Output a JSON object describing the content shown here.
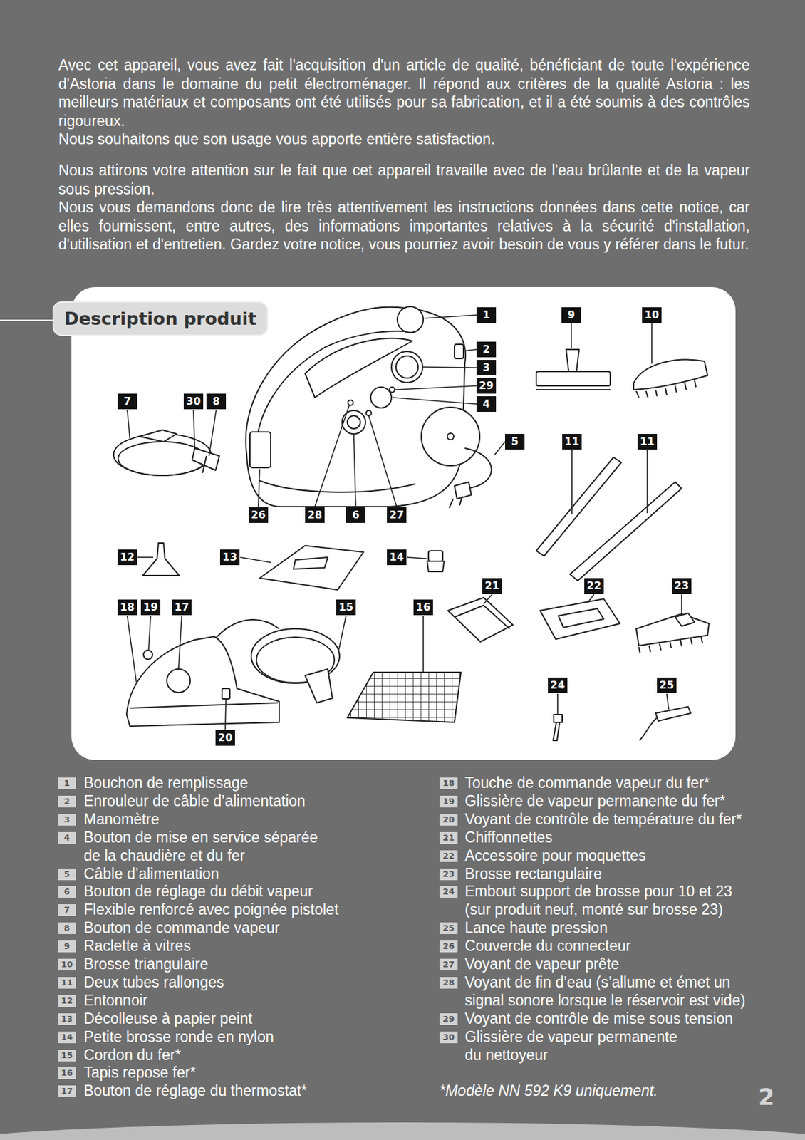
{
  "diagram": {
    "title": "Description produit",
    "labels": [
      "Avec cet appareil, vous avez fait l'acquisition d'un article de qualité, bénéficiant de toute l'expérience d'Astoria dans le domaine du petit électroménager. Il répond aux critères de la qualité Astoria : les meilleurs matériaux et composants ont été utilisés pour sa fabrication, et il a été soumis à des contrôles rigoureux.",
      "Nous souhaitons que son usage vous apporte entière satisfaction.",
      "Nous attirons votre attention sur le fait que cet appareil travaille avec de l'eau brûlante et de la vapeur sous pression.",
      "Nous vous demandons donc de lire très attentivement les instructions données dans cette notice, car elles fournissent, entre autres, des informations importantes relatives à la sécurité d'installation, d'utilisation et d'entretien. Gardez votre notice, vous pourriez avoir besoin de vous y référer dans le futur.",
      "1",
      "9",
      "10",
      "2",
      "3",
      "29",
      "4",
      "7",
      "30",
      "8",
      "5",
      "11",
      "11",
      "26",
      "28",
      "6",
      "27",
      "12",
      "13",
      "14",
      "21",
      "22",
      "23",
      "18",
      "19",
      "17",
      "15",
      "16",
      "24",
      "25",
      "20",
      "1",
      "Bouchon de remplissage",
      "2",
      "Enrouleur de câble d’alimentation",
      "3",
      "Manomètre",
      "4",
      "Bouton de mise en service séparée de la chaudière et du fer",
      "5",
      "Câble d’alimentation",
      "6",
      "Bouton de réglage du débit vapeur",
      "7",
      "Flexible renforcé avec poignée pistolet",
      "8",
      "Bouton de commande vapeur",
      "9",
      "Raclette à vitres",
      "10",
      "Brosse triangulaire",
      "11",
      "Deux tubes rallonges",
      "12",
      "Entonnoir",
      "13",
      "Décolleuse à papier peint",
      "14",
      "Petite brosse ronde en nylon",
      "15",
      "Cordon du fer*",
      "16",
      "Tapis repose fer*",
      "17",
      "Bouton de réglage du thermostat*",
      "18",
      "Touche de commande vapeur du fer*",
      "19",
      "Glissière de vapeur permanente du fer*",
      "20",
      "Voyant de contrôle de température du fer*",
      "21",
      "Chiffonnettes",
      "22",
      "Accessoire pour moquettes",
      "23",
      "Brosse rectangulaire",
      "24",
      "Embout support de brosse pour 10 et 23 (sur produit neuf, monté sur brosse 23)",
      "25",
      "Lance haute pression",
      "26",
      "Couvercle du connecteur",
      "27",
      "Voyant de vapeur prête",
      "28",
      "Voyant de fin d’eau (s’allume et émet un signal sonore lorsque le réservoir est vide)",
      "29",
      "Voyant de contrôle de mise sous tension",
      "30",
      "Glissière de vapeur permanente du nettoyeur",
      "*Modèle NN 592 K9 uniquement.",
      "2"
    ]
  }
}
